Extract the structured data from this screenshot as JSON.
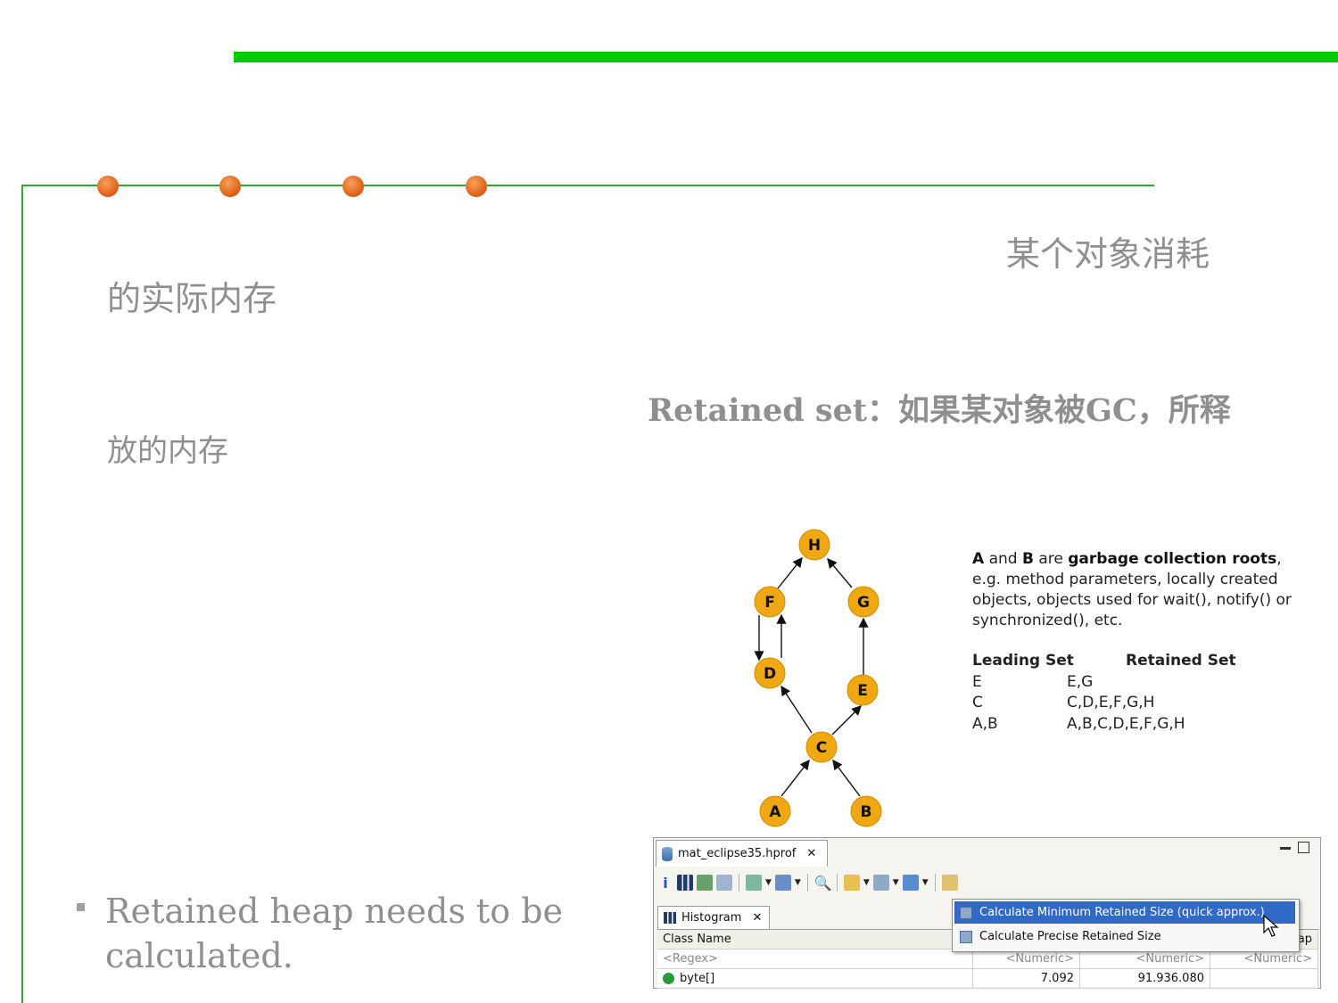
{
  "slide": {
    "cjk_right_top": "某个对象消耗",
    "cjk_left_1": "的实际内存",
    "retained_set_line": "Retained set：如果某对象被GC，所释",
    "cjk_left_2": "放的内存",
    "bullet": "Retained heap needs to be calculated."
  },
  "graph": {
    "nodes": [
      "H",
      "F",
      "G",
      "D",
      "E",
      "C",
      "A",
      "B"
    ],
    "edges": [
      [
        "A",
        "C"
      ],
      [
        "B",
        "C"
      ],
      [
        "C",
        "D"
      ],
      [
        "C",
        "E"
      ],
      [
        "D",
        "F"
      ],
      [
        "F",
        "D"
      ],
      [
        "F",
        "H"
      ],
      [
        "E",
        "G"
      ],
      [
        "G",
        "H"
      ]
    ]
  },
  "description": {
    "line1_a": "A",
    "line1_and": " and ",
    "line1_b": "B",
    "line1_are": " are ",
    "line1_bold": "garbage collection roots",
    "line1_end": ",",
    "rest": "e.g. method parameters, locally created objects, objects used for wait(), notify() or synchronized(), etc."
  },
  "sets_table": {
    "headers": [
      "Leading Set",
      "Retained Set"
    ],
    "rows": [
      [
        "E",
        "E,G"
      ],
      [
        "C",
        "C,D,E,F,G,H"
      ],
      [
        "A,B",
        "A,B,C,D,E,F,G,H"
      ]
    ]
  },
  "eclipse": {
    "editor_tab": "mat_eclipse35.hprof",
    "view_tab": "Histogram",
    "menu_items": [
      "Calculate Minimum Retained Size (quick approx.)",
      "Calculate Precise Retained Size"
    ],
    "columns": [
      "Class Name",
      "",
      "",
      "ap"
    ],
    "filter_row": [
      "<Regex>",
      "<Numeric>",
      "<Numeric>",
      "<Numeric>"
    ],
    "data_row": [
      "byte[]",
      "7.092",
      "91.936.080",
      ""
    ]
  }
}
